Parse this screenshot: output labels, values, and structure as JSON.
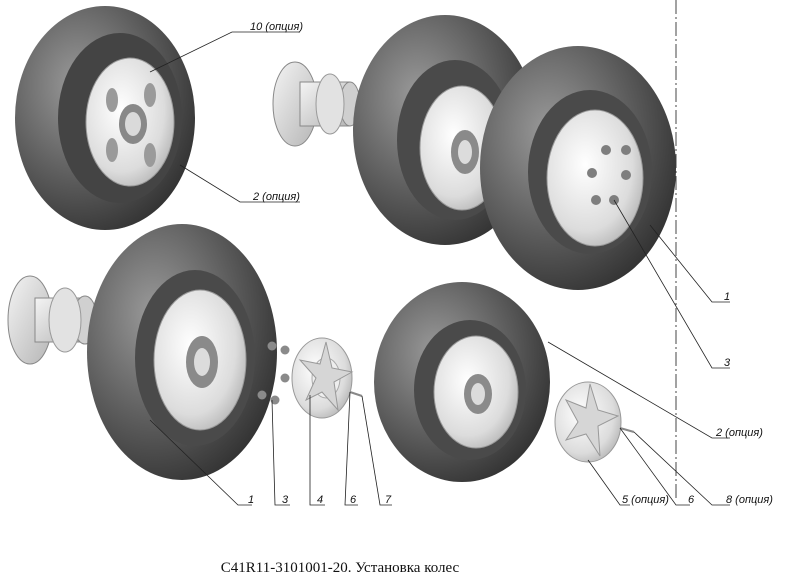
{
  "caption": "C41R11-3101001-20. Установка колес",
  "callouts": {
    "c10_top": "10 (опция)",
    "c2_top": "2 (опция)",
    "c1_right": "1",
    "c3_right": "3",
    "c2_right": "2 (опция)",
    "c1_bottom": "1",
    "c3_bottom": "3",
    "c4_bottom": "4",
    "c6_bottom": "6",
    "c7_bottom": "7",
    "c5_bottom": "5 (опция)",
    "c6_bottom_right": "6",
    "c8_bottom": "8 (опция)"
  }
}
